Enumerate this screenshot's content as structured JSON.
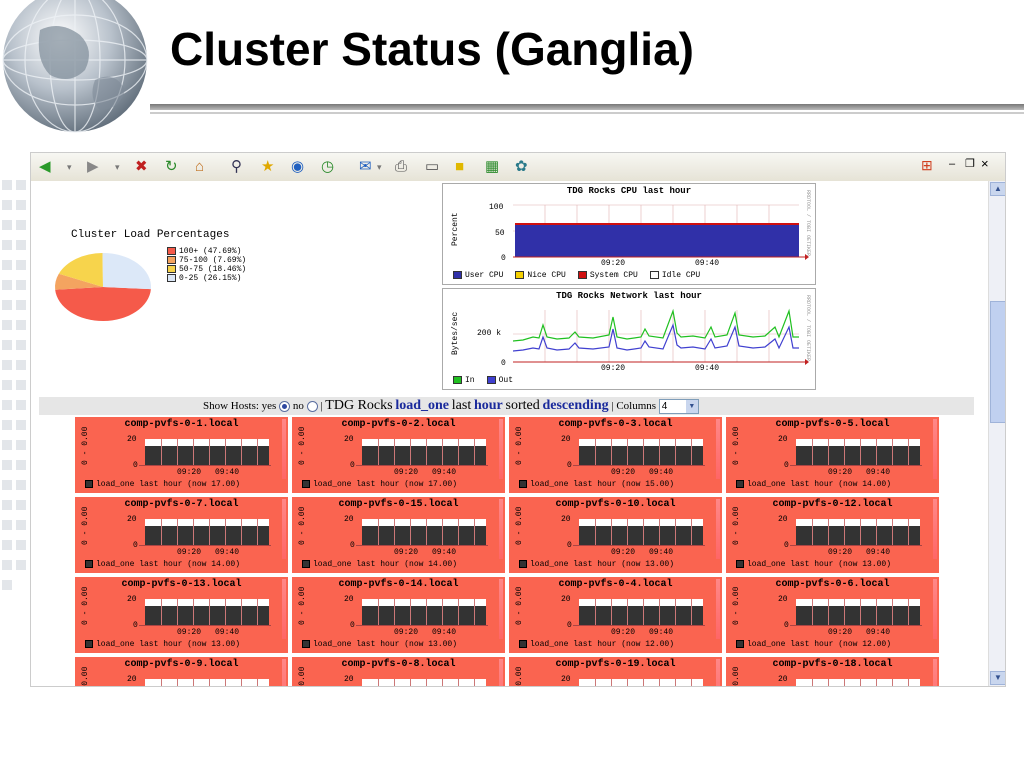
{
  "slide": {
    "title": "Cluster Status (Ganglia)"
  },
  "browser": {
    "toolbar_icons": [
      "back-icon",
      "forward-icon",
      "stop-icon",
      "refresh-icon",
      "home-icon",
      "search-icon",
      "favorites-icon",
      "media-icon",
      "history-icon",
      "mail-icon",
      "print-icon",
      "edit-icon",
      "discuss-icon",
      "messenger-icon",
      "toolbar-extra-icon"
    ],
    "window_controls": {
      "minimize": "–",
      "restore": "❐",
      "close": "×"
    }
  },
  "pie": {
    "title": "Cluster Load Percentages",
    "legend": [
      {
        "label": "100+ (47.69%)",
        "value": 47.69,
        "color": "#f55a4a"
      },
      {
        "label": "75-100 (7.69%)",
        "value": 7.69,
        "color": "#f4a460"
      },
      {
        "label": "50-75 (18.46%)",
        "value": 18.46,
        "color": "#f7d44c"
      },
      {
        "label": "0-25 (26.15%)",
        "value": 26.15,
        "color": "#dce8f8"
      }
    ]
  },
  "cpu_graph": {
    "title": "TDG Rocks CPU last hour",
    "ylabel": "Percent",
    "yticks": [
      "100",
      "50",
      "0"
    ],
    "xticks": [
      "09:20",
      "09:40"
    ],
    "side_text": "RRDTOOL / TOBI OETIKER",
    "legend": [
      {
        "label": "User CPU",
        "color": "#3030a8"
      },
      {
        "label": "Nice CPU",
        "color": "#f5d000"
      },
      {
        "label": "System CPU",
        "color": "#d01010"
      },
      {
        "label": "Idle CPU",
        "color": "#ffffff"
      }
    ]
  },
  "net_graph": {
    "title": "TDG Rocks Network last hour",
    "ylabel": "Bytes/sec",
    "yticks": [
      "200 k",
      "0"
    ],
    "xticks": [
      "09:20",
      "09:40"
    ],
    "side_text": "RRDTOOL / TOBI OETIKER",
    "legend": [
      {
        "label": "In",
        "color": "#20c020"
      },
      {
        "label": "Out",
        "color": "#4040d0"
      }
    ]
  },
  "host_controls": {
    "show_hosts": "Show Hosts: yes",
    "no": "no",
    "sep1": "|",
    "cluster": "TDG Rocks",
    "metric": "load_one",
    "last": "last",
    "range": "hour",
    "sorted": "sorted",
    "order": "descending",
    "sep2": "|",
    "columns_label": "Columns",
    "columns_value": "4"
  },
  "hosts": [
    {
      "name": "comp-pvfs-0-1.local",
      "legend": "load_one last hour (now 17.00)"
    },
    {
      "name": "comp-pvfs-0-2.local",
      "legend": "load_one last hour (now 17.00)"
    },
    {
      "name": "comp-pvfs-0-3.local",
      "legend": "load_one last hour (now 15.00)"
    },
    {
      "name": "comp-pvfs-0-5.local",
      "legend": "load_one last hour (now 14.00)"
    },
    {
      "name": "comp-pvfs-0-7.local",
      "legend": "load_one last hour (now 14.00)"
    },
    {
      "name": "comp-pvfs-0-15.local",
      "legend": "load_one last hour (now 14.00)"
    },
    {
      "name": "comp-pvfs-0-10.local",
      "legend": "load_one last hour (now 13.00)"
    },
    {
      "name": "comp-pvfs-0-12.local",
      "legend": "load_one last hour (now 13.00)"
    },
    {
      "name": "comp-pvfs-0-13.local",
      "legend": "load_one last hour (now 13.00)"
    },
    {
      "name": "comp-pvfs-0-14.local",
      "legend": "load_one last hour (now 13.00)"
    },
    {
      "name": "comp-pvfs-0-4.local",
      "legend": "load_one last hour (now 12.00)"
    },
    {
      "name": "comp-pvfs-0-6.local",
      "legend": "load_one last hour (now 12.00)"
    },
    {
      "name": "comp-pvfs-0-9.local",
      "legend": ""
    },
    {
      "name": "comp-pvfs-0-8.local",
      "legend": ""
    },
    {
      "name": "comp-pvfs-0-19.local",
      "legend": ""
    },
    {
      "name": "comp-pvfs-0-18.local",
      "legend": ""
    }
  ],
  "host_graph": {
    "ylabel": "0 - 0.00",
    "yticks": [
      "20",
      "0"
    ],
    "xticks": [
      "09:20",
      "09:40"
    ]
  }
}
